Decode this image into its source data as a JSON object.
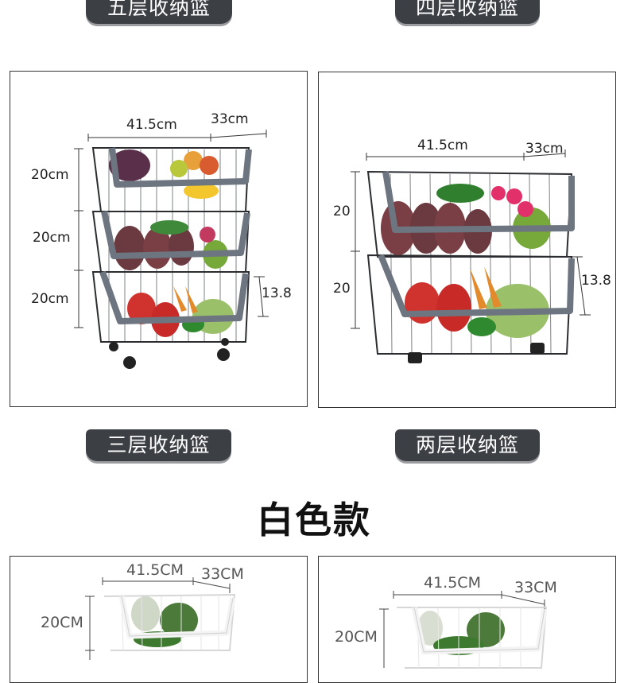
{
  "banners": {
    "five_tier": "五层收纳篮",
    "four_tier": "四层收纳篮",
    "three_tier": "三层收纳篮",
    "two_tier": "两层收纳篮"
  },
  "section_title": "白色款",
  "panel_three_black": {
    "width": "41.5cm",
    "depth": "33cm",
    "tier_heights": [
      "20cm",
      "20cm",
      "20cm"
    ],
    "wheel_height": "13.8"
  },
  "panel_two_black": {
    "width": "41.5cm",
    "depth": "33cm",
    "tier_heights": [
      "20",
      "20"
    ],
    "wheel_height": "13.8"
  },
  "panel_three_white": {
    "width": "41.5CM",
    "depth": "33CM",
    "tier_height": "20CM"
  },
  "panel_two_white": {
    "width": "41.5CM",
    "depth": "33CM",
    "tier_height": "20CM"
  },
  "colors": {
    "banner": "#3c3f44",
    "frame_dark": "#2b2d31",
    "frame_grey": "#6d7580",
    "frame_white": "#f4f4f4"
  }
}
